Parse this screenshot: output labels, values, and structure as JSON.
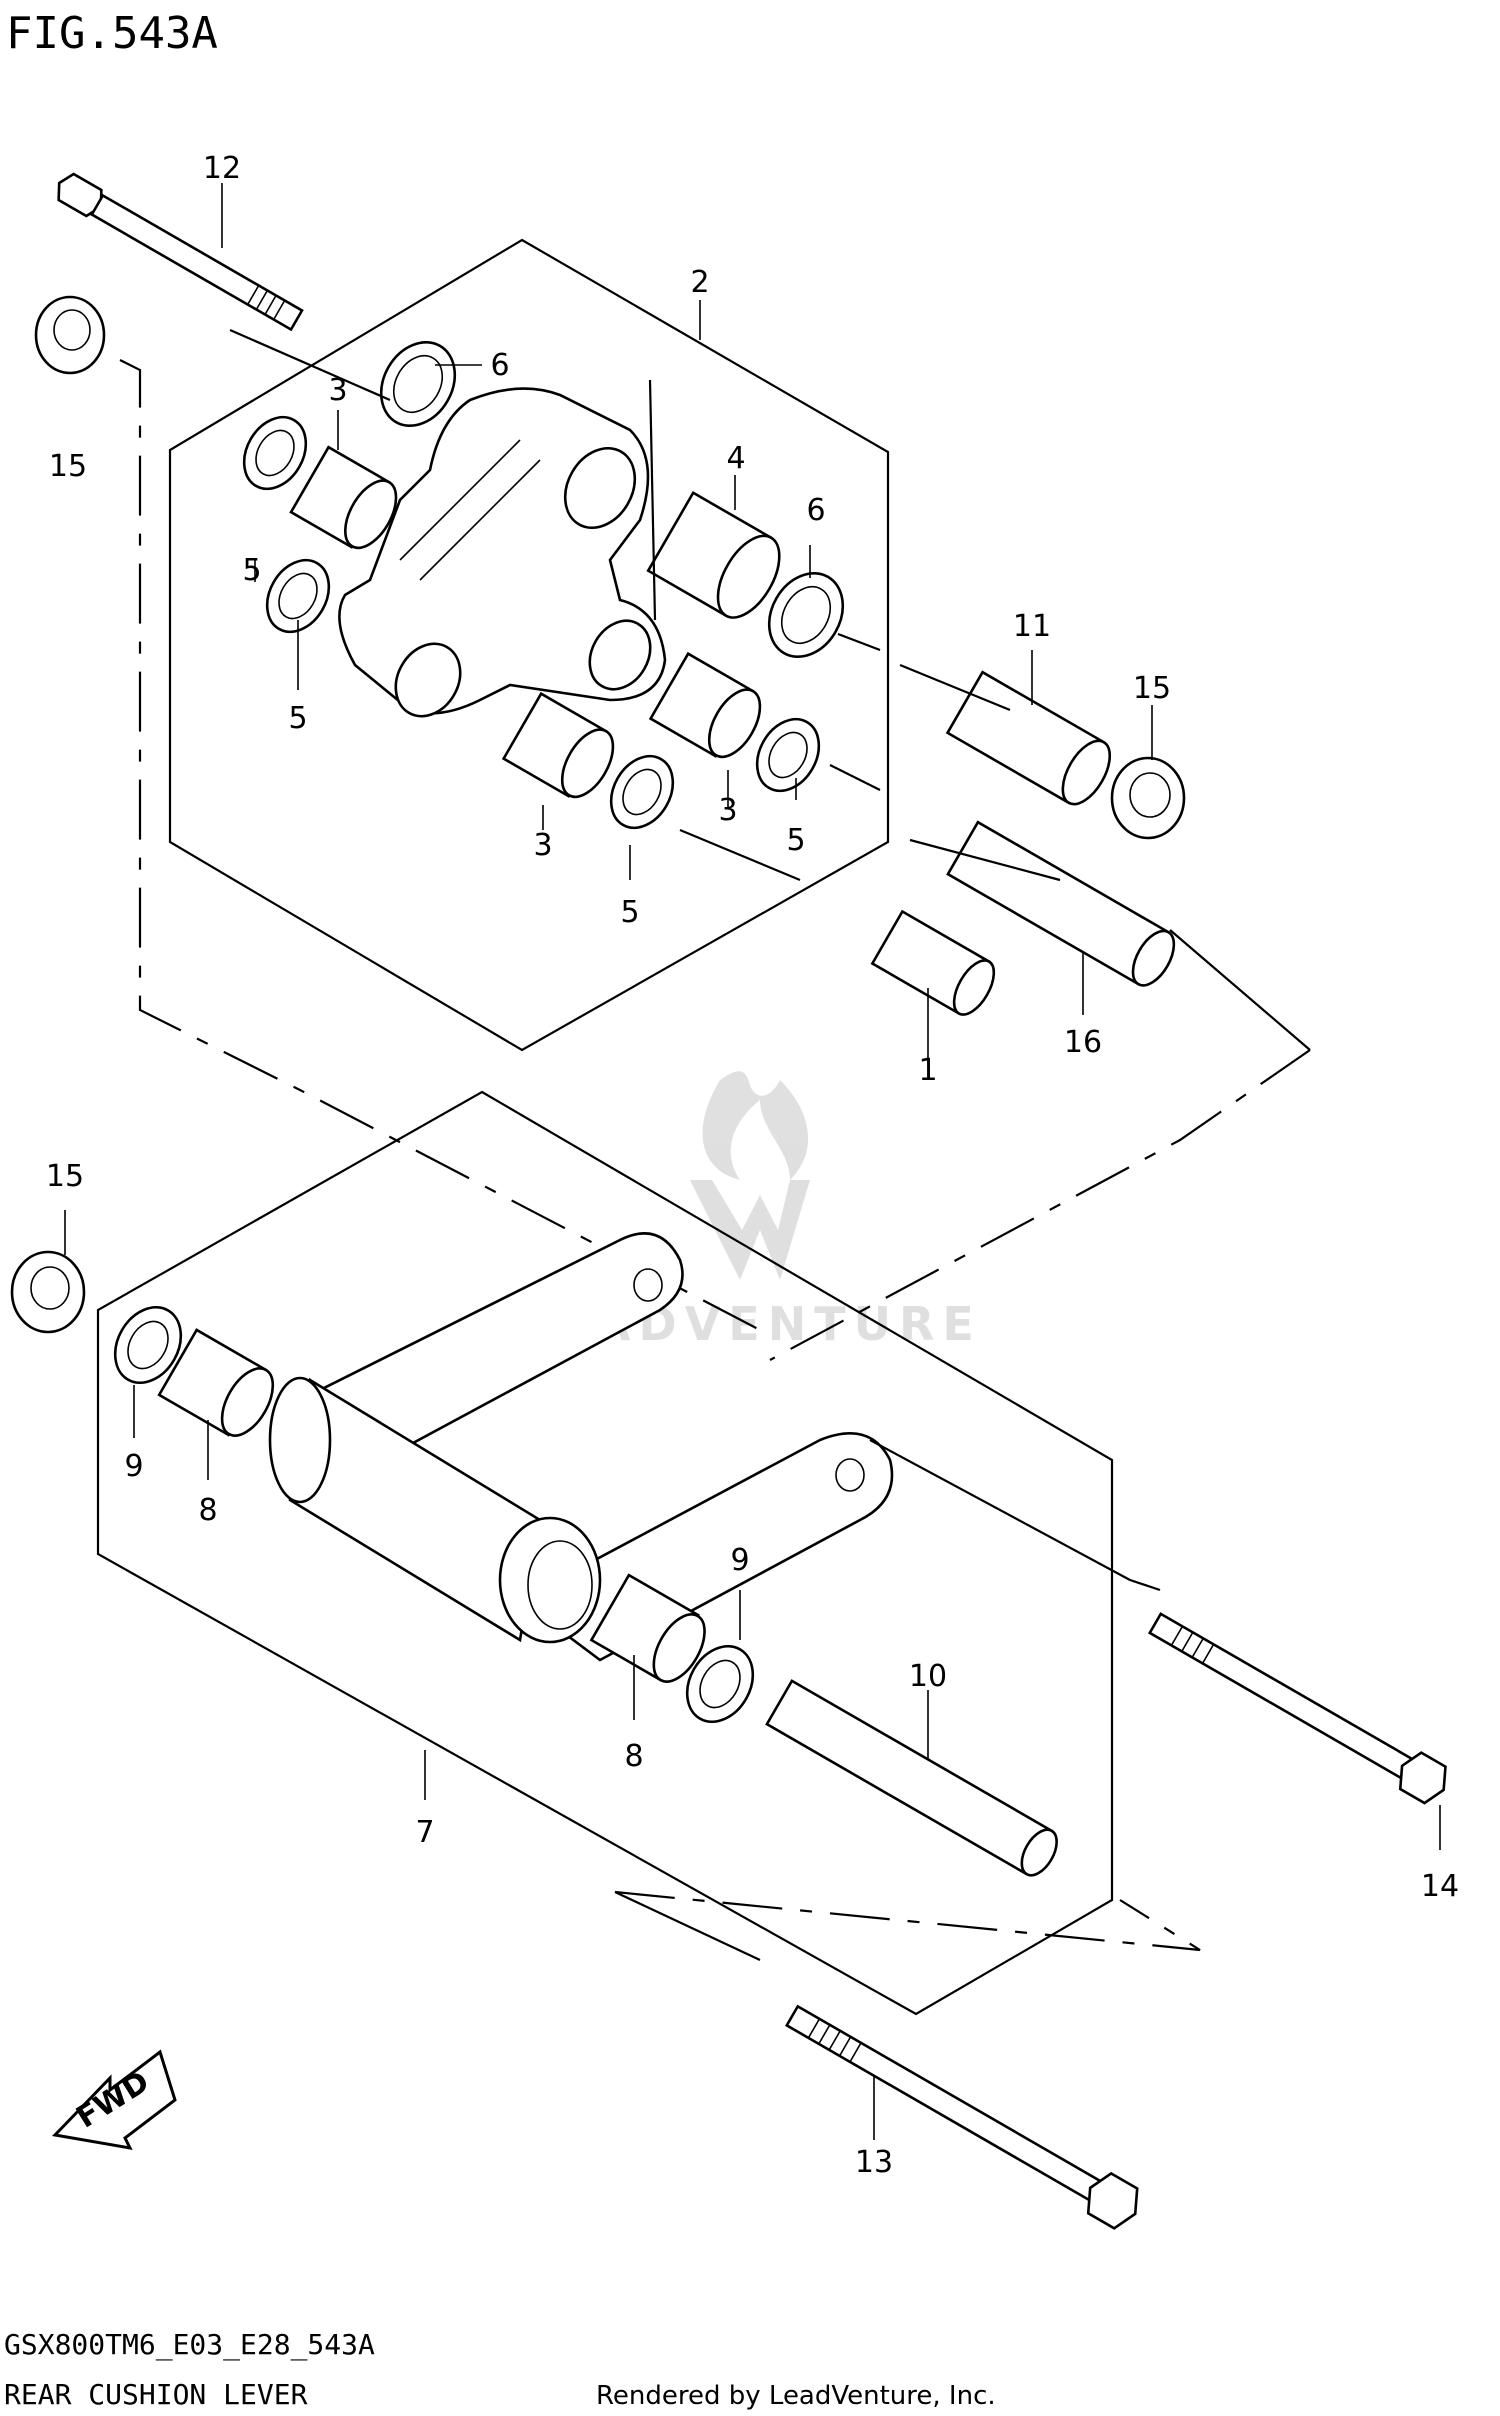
{
  "header": {
    "fig_title": "FIG.543A"
  },
  "footer": {
    "model_code": "GSX800TM6_E03_E28_543A",
    "section_name": "REAR CUSHION LEVER",
    "credit": "Rendered by LeadVenture, Inc."
  },
  "watermark": {
    "text": "LEADVENTURE"
  },
  "fwd_arrow": {
    "label": "FWD"
  },
  "callouts": {
    "c1": "1",
    "c2": "2",
    "c3a": "3",
    "c3b": "3",
    "c3c": "3",
    "c4": "4",
    "c5a": "5",
    "c5b": "5",
    "c5c": "5",
    "c5d": "5",
    "c6a": "6",
    "c6b": "6",
    "c7": "7",
    "c8a": "8",
    "c8b": "8",
    "c9a": "9",
    "c9b": "9",
    "c10": "10",
    "c11": "11",
    "c12": "12",
    "c13": "13",
    "c14": "14",
    "c15a": "15",
    "c15b": "15",
    "c15c": "15",
    "c16": "16"
  }
}
